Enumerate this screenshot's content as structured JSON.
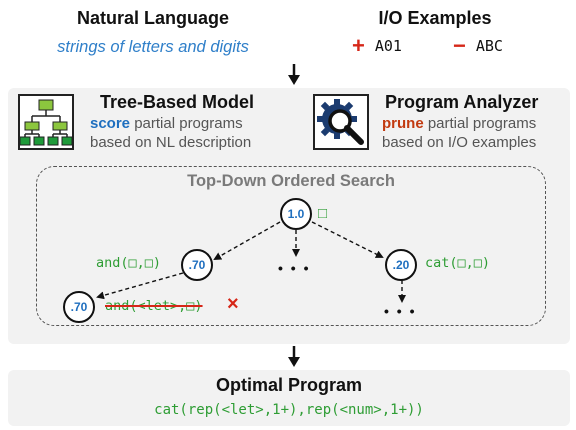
{
  "natural_language": {
    "heading": "Natural Language",
    "text": "strings of letters and digits"
  },
  "io_examples": {
    "heading": "I/O Examples",
    "positive_sign": "+",
    "positive_value": "A01",
    "negative_sign": "−",
    "negative_value": "ABC"
  },
  "tree_model": {
    "icon": "tree-icon",
    "heading": "Tree-Based Model",
    "keyword": "score",
    "line1_rest": " partial programs",
    "line2": "based on NL description"
  },
  "program_analyzer": {
    "icon": "gear-magnifier-icon",
    "heading": "Program Analyzer",
    "keyword": "prune",
    "line1_rest": " partial programs",
    "line2": "based on I/O examples"
  },
  "search": {
    "title": "Top-Down Ordered Search",
    "root_score": "1.0",
    "root_hole": "□",
    "left_score": ".70",
    "left_program": "and(□,□)",
    "right_score": ".20",
    "right_program": "cat(□,□)",
    "middle_ellipsis": "• • •",
    "bottom_left_score": ".70",
    "pruned_program": "and(<let>,□)",
    "pruned_mark": "×",
    "bottom_right_ellipsis": "• • •"
  },
  "optimal": {
    "heading": "Optimal Program",
    "program": "cat(rep(<let>,1+),rep(<num>,1+))"
  },
  "colors": {
    "nl_blue": "#2f7fc9",
    "score_blue": "#1f6fbf",
    "prune_red": "#c23a10",
    "program_green": "#2e9d34",
    "pruned_red": "#d62718",
    "panel_gray": "#f2f2f2"
  }
}
